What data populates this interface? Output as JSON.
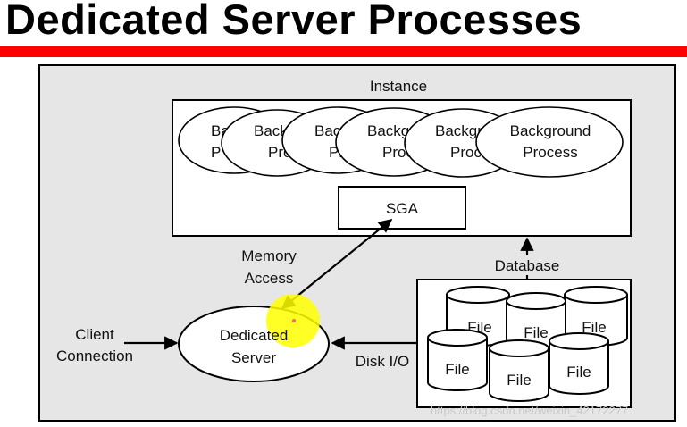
{
  "title": "Dedicated Server Processes",
  "diagram": {
    "instance_label": "Instance",
    "background_process_line1": "Background",
    "background_process_line2": "Process",
    "bg_partial_1a": "Bac",
    "bg_partial_1b": "P",
    "bg_partial_2a": "Back",
    "bg_partial_2b": "Proc",
    "bg_partial_3a": "Bac",
    "bg_partial_3b": "Pr",
    "bg_partial_4a": "Backg",
    "bg_partial_4b": "Proce",
    "bg_partial_5a": "Backgr",
    "bg_partial_5b": "Proce",
    "sga_label": "SGA",
    "memory_access_line1": "Memory",
    "memory_access_line2": "Access",
    "database_label": "Database",
    "client_connection_line1": "Client",
    "client_connection_line2": "Connection",
    "dedicated_server_line1": "Dedicated",
    "dedicated_server_line2": "Server",
    "disk_io_label": "Disk I/O",
    "file_label": "File"
  },
  "watermark": "https://blog.csdn.net/weixin_42172277",
  "colors": {
    "red_bar": "#ff0000",
    "panel_bg": "#e6e6e6",
    "highlight": "#ffff00"
  }
}
